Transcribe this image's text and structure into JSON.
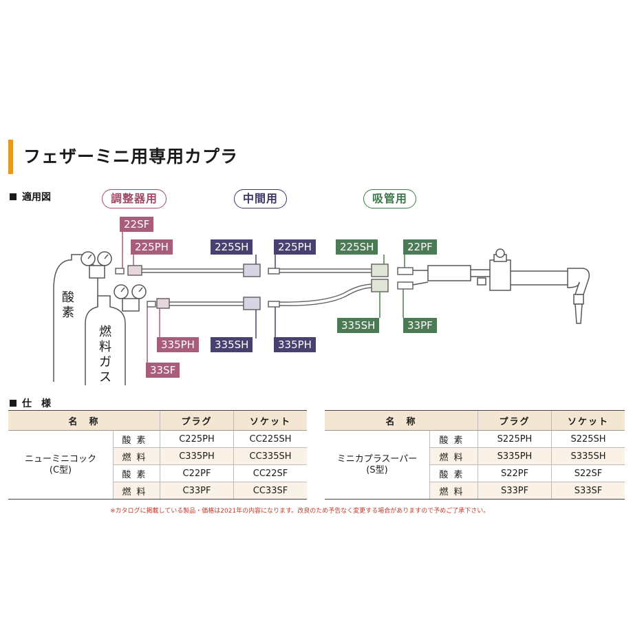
{
  "title": "フェザーミニ用専用カプラ",
  "diagram": {
    "heading": "適用図",
    "pills": {
      "regulator": "調整器用",
      "middle": "中間用",
      "suction": "吸管用"
    },
    "tags": {
      "t22SF": "22SF",
      "t225PH_a": "225PH",
      "t225SH_a": "225SH",
      "t225PH_b": "225PH",
      "t225SH_b": "225SH",
      "t22PF": "22PF",
      "t335PH_a": "335PH",
      "t335SH": "335SH",
      "t335PH_b": "335PH",
      "t335SH_b": "335SH",
      "t33PF": "33PF",
      "t33SF": "33SF"
    },
    "oxygen_label": "酸\n素",
    "fuel_label": "燃\n料\nガ\nス"
  },
  "spec": {
    "heading": "仕　様",
    "headers": {
      "name": "名　称",
      "plug": "プラグ",
      "socket": "ソケット"
    },
    "left": {
      "name": "ニューミニコック",
      "subname": "(C型)",
      "rows": [
        {
          "kind": "酸素",
          "plug": "C225PH",
          "socket": "CC225SH"
        },
        {
          "kind": "燃料",
          "plug": "C335PH",
          "socket": "CC335SH"
        },
        {
          "kind": "酸素",
          "plug": "C22PF",
          "socket": "CC22SF"
        },
        {
          "kind": "燃料",
          "plug": "C33PF",
          "socket": "CC33SF"
        }
      ]
    },
    "right": {
      "name": "ミニカプラスーパー",
      "subname": "(S型)",
      "rows": [
        {
          "kind": "酸素",
          "plug": "S225PH",
          "socket": "S225SH"
        },
        {
          "kind": "燃料",
          "plug": "S335PH",
          "socket": "S335SH"
        },
        {
          "kind": "酸素",
          "plug": "S22PF",
          "socket": "S22SF"
        },
        {
          "kind": "燃料",
          "plug": "S33PF",
          "socket": "S33SF"
        }
      ]
    }
  },
  "note": "※カタログに掲載している製品・価格は2021年の内容になります。改良のため予告なく変更する場合がありますので予めご了承下さい。",
  "colors": {
    "accent": "#e89a1c",
    "pink": "#a85d7a",
    "navy": "#4a4070",
    "green": "#4c7a54",
    "header_bg": "#f3e6d2"
  }
}
